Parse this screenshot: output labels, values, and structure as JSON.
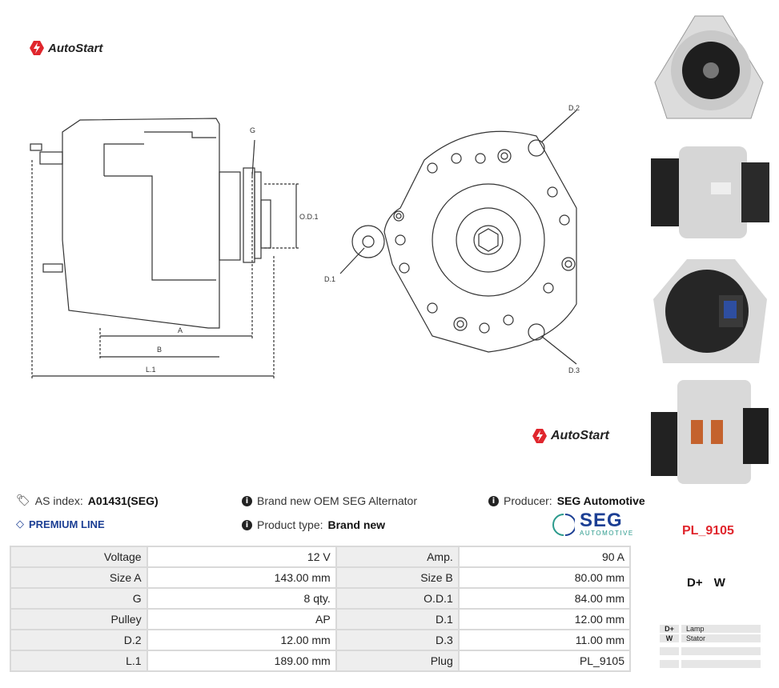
{
  "logos": {
    "brand": "AutoStart"
  },
  "drawing": {
    "labels": {
      "g": "G",
      "od1": "O.D.1",
      "a": "A",
      "b": "B",
      "l1": "L.1",
      "d1": "D.1",
      "d2": "D.2",
      "d3": "D.3"
    }
  },
  "info": {
    "as_index_label": "AS index:",
    "as_index_value": "A01431(SEG)",
    "premium": "PREMIUM LINE",
    "description": "Brand new OEM SEG Alternator",
    "product_type_label": "Product type:",
    "product_type_value": "Brand new",
    "producer_label": "Producer:",
    "producer_value": "SEG Automotive"
  },
  "seg_logo": {
    "main": "SEG",
    "sub": "AUTOMOTIVE"
  },
  "plug_code": "PL_9105",
  "terminals": "D+ W",
  "specs": [
    {
      "l1": "Voltage",
      "v1": "12 V",
      "l2": "Amp.",
      "v2": "90 A"
    },
    {
      "l1": "Size A",
      "v1": "143.00 mm",
      "l2": "Size B",
      "v2": "80.00 mm"
    },
    {
      "l1": "G",
      "v1": "8 qty.",
      "l2": "O.D.1",
      "v2": "84.00 mm"
    },
    {
      "l1": "Pulley",
      "v1": "AP",
      "l2": "D.1",
      "v2": "12.00 mm"
    },
    {
      "l1": "D.2",
      "v1": "12.00 mm",
      "l2": "D.3",
      "v2": "11.00 mm"
    },
    {
      "l1": "L.1",
      "v1": "189.00 mm",
      "l2": "Plug",
      "v2": "PL_9105"
    }
  ],
  "legend": [
    {
      "key": "D+",
      "value": "Lamp"
    },
    {
      "key": "W",
      "value": "Stator"
    },
    {
      "key": "",
      "value": ""
    },
    {
      "key": "",
      "value": ""
    }
  ],
  "colors": {
    "brand_red": "#e0262d",
    "seg_blue": "#1c3f94",
    "seg_teal": "#2b9a8c"
  }
}
